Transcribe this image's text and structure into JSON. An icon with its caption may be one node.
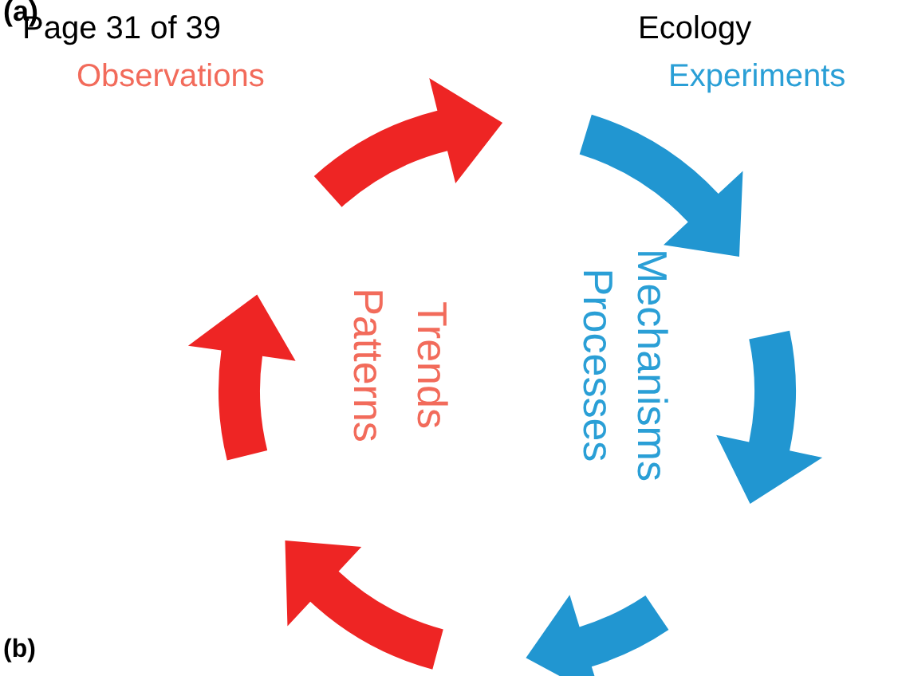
{
  "diagram": {
    "labels": [
      "(a)",
      "Page 31 of 39",
      "Ecology",
      "Observations",
      "Experiments",
      "Patterns",
      "Trends",
      "Processes",
      "Mechanisms",
      "(b)"
    ]
  }
}
